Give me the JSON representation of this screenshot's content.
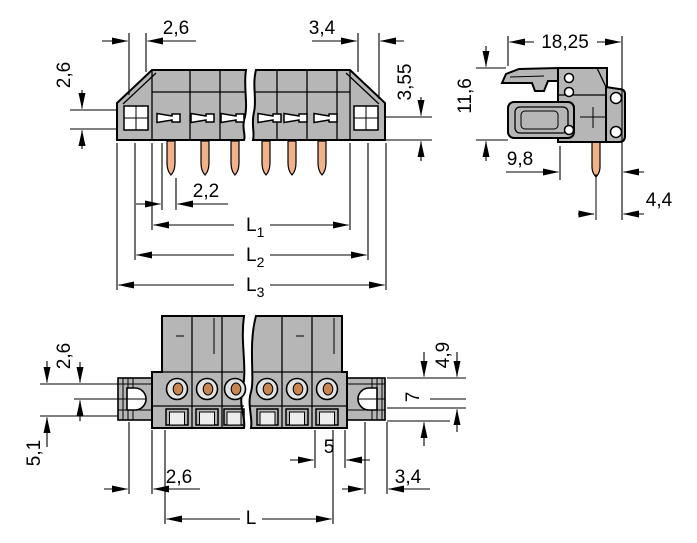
{
  "colors": {
    "background": "#ffffff",
    "body_fill": "#b6b6b6",
    "pin_fill": "#f1b289",
    "contact_fill": "#c8854f",
    "line": "#000000"
  },
  "front_view": {
    "dim_left_hole_offset": "2,6",
    "dim_right_hole_offset": "3,4",
    "dim_collar_height": "2,6",
    "dim_lower_height": "3,55",
    "dim_pin_offset": "2,2",
    "dim_l1": "L",
    "dim_l1_sub": "1",
    "dim_l2": "L",
    "dim_l2_sub": "2",
    "dim_l3": "L",
    "dim_l3_sub": "3"
  },
  "side_view": {
    "dim_total_depth": "18,25",
    "dim_total_height": "11,6",
    "dim_pin_setback": "9,8",
    "dim_pin_to_rear": "4,4"
  },
  "mating_view": {
    "dim_collar_height": "2,6",
    "dim_flange_height": "5,1",
    "dim_edge_offset": "2,6",
    "dim_pole_pitch": "5",
    "dim_right_offset": "3,4",
    "dim_length": "L",
    "dim_socket_depth": "4,9",
    "dim_flange_total": "7"
  }
}
